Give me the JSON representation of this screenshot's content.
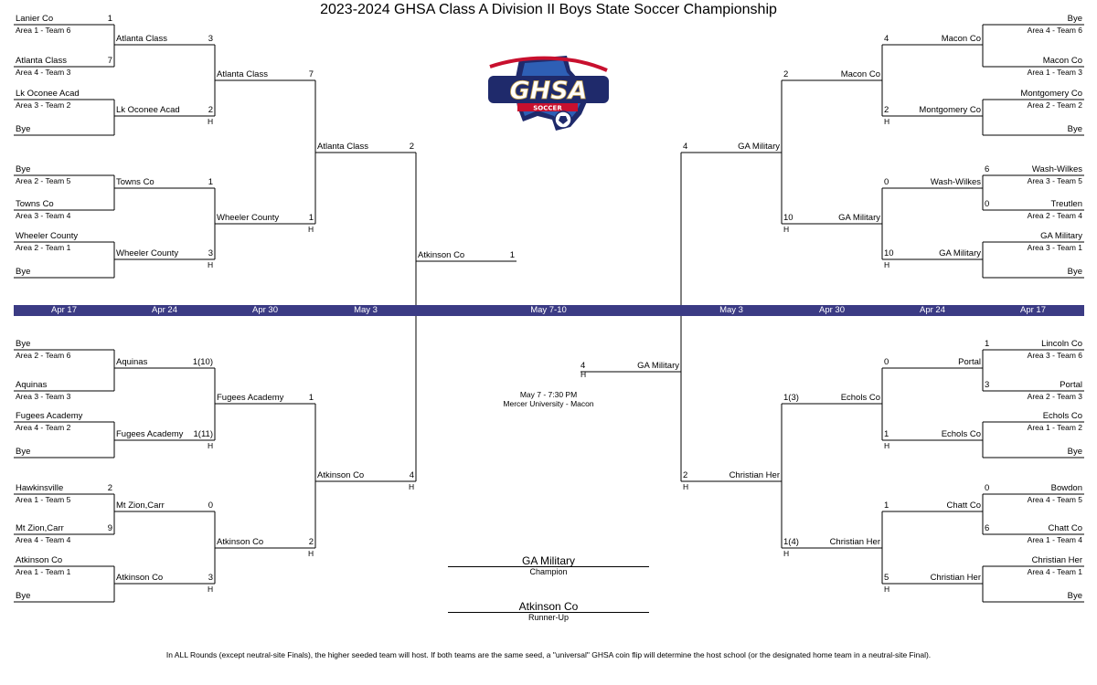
{
  "title": "2023-2024 GHSA Class A Division II Boys State Soccer Championship",
  "logo": {
    "main": "GHSA",
    "sub": "SOCCER",
    "colors": {
      "navy": "#1f2a6b",
      "red": "#c8102e",
      "blue": "#2e5fb5",
      "gold": "#c9a34a"
    }
  },
  "band_color": "#3b3b84",
  "dates": [
    "Apr 17",
    "Apr 24",
    "Apr 30",
    "May 3",
    "May 7-10",
    "May 3",
    "Apr 30",
    "Apr 24",
    "Apr 17"
  ],
  "final_info": {
    "when": "May 7 - 7:30 PM",
    "where": "Mercer University - Macon"
  },
  "champion": {
    "name": "GA Military",
    "label": "Champion"
  },
  "runner_up": {
    "name": "Atkinson Co",
    "label": "Runner-Up"
  },
  "footer": "In ALL Rounds (except neutral-site Finals), the higher seeded team will host. If both teams are the same seed, a \"universal\" GHSA coin flip will determine the host school (or the designated home team in a neutral-site Final).",
  "entries": [
    {
      "n": "Lanier Co",
      "s": "Area 1 - Team 6",
      "sc": "1"
    },
    {
      "n": "Atlanta Class",
      "s": "Area 4 - Team 3",
      "sc": "7"
    },
    {
      "n": "Lk Oconee Acad",
      "s": "Area 3 - Team 2",
      "sc": ""
    },
    {
      "n": "Bye",
      "s": "",
      "sc": ""
    },
    {
      "n": "Bye",
      "s": "Area 2 - Team 5",
      "sc": ""
    },
    {
      "n": "Towns Co",
      "s": "Area 3 - Team 4",
      "sc": ""
    },
    {
      "n": "Wheeler County",
      "s": "Area 2 - Team 1",
      "sc": ""
    },
    {
      "n": "Bye",
      "s": "",
      "sc": ""
    },
    {
      "n": "Bye",
      "s": "Area 2 - Team 6",
      "sc": ""
    },
    {
      "n": "Aquinas",
      "s": "Area 3 - Team 3",
      "sc": ""
    },
    {
      "n": "Fugees Academy",
      "s": "Area 4 - Team 2",
      "sc": ""
    },
    {
      "n": "Bye",
      "s": "",
      "sc": ""
    },
    {
      "n": "Hawkinsville",
      "s": "Area 1 - Team 5",
      "sc": "2"
    },
    {
      "n": "Mt Zion,Carr",
      "s": "Area 4 - Team 4",
      "sc": "9"
    },
    {
      "n": "Atkinson Co",
      "s": "Area 1 - Team 1",
      "sc": ""
    },
    {
      "n": "Bye",
      "s": "",
      "sc": ""
    },
    {
      "n": "Bye",
      "s": "Area 4 - Team 6",
      "sc": ""
    },
    {
      "n": "Macon Co",
      "s": "Area 1 - Team 3",
      "sc": ""
    },
    {
      "n": "Montgomery Co",
      "s": "Area 2 - Team 2",
      "sc": ""
    },
    {
      "n": "Bye",
      "s": "",
      "sc": ""
    },
    {
      "n": "Wash-Wilkes",
      "s": "Area 3 - Team 5",
      "sc": "6"
    },
    {
      "n": "Treutlen",
      "s": "Area 2 - Team 4",
      "sc": "0"
    },
    {
      "n": "GA Military",
      "s": "Area 3 - Team 1",
      "sc": ""
    },
    {
      "n": "Bye",
      "s": "",
      "sc": ""
    },
    {
      "n": "Lincoln Co",
      "s": "Area 3 - Team 6",
      "sc": "1"
    },
    {
      "n": "Portal",
      "s": "Area 2 - Team 3",
      "sc": "3"
    },
    {
      "n": "Echols Co",
      "s": "Area 1 - Team 2",
      "sc": ""
    },
    {
      "n": "Bye",
      "s": "",
      "sc": ""
    },
    {
      "n": "Bowdon",
      "s": "Area 4 - Team 5",
      "sc": "0"
    },
    {
      "n": "Chatt Co",
      "s": "Area 1 - Team 4",
      "sc": "6"
    },
    {
      "n": "Christian Her",
      "s": "Area 4 - Team 1",
      "sc": ""
    },
    {
      "n": "Bye",
      "s": "",
      "sc": ""
    }
  ],
  "r2": [
    {
      "n": "Atlanta Class",
      "sc": "3",
      "h": ""
    },
    {
      "n": "Lk Oconee Acad",
      "sc": "2",
      "h": "H"
    },
    {
      "n": "Towns Co",
      "sc": "1",
      "h": ""
    },
    {
      "n": "Wheeler County",
      "sc": "3",
      "h": "H"
    },
    {
      "n": "Aquinas",
      "sc": "1(10)",
      "h": ""
    },
    {
      "n": "Fugees Academy",
      "sc": "1(11)",
      "h": "H"
    },
    {
      "n": "Mt Zion,Carr",
      "sc": "0",
      "h": ""
    },
    {
      "n": "Atkinson Co",
      "sc": "3",
      "h": "H"
    },
    {
      "n": "Macon Co",
      "sc": "4",
      "h": ""
    },
    {
      "n": "Montgomery Co",
      "sc": "2",
      "h": "H"
    },
    {
      "n": "Wash-Wilkes",
      "sc": "0",
      "h": ""
    },
    {
      "n": "GA Military",
      "sc": "10",
      "h": "H"
    },
    {
      "n": "Portal",
      "sc": "0",
      "h": ""
    },
    {
      "n": "Echols Co",
      "sc": "1",
      "h": "H"
    },
    {
      "n": "Chatt Co",
      "sc": "1",
      "h": ""
    },
    {
      "n": "Christian Her",
      "sc": "5",
      "h": "H"
    }
  ],
  "r3": [
    {
      "n": "Atlanta Class",
      "sc": "7",
      "h": ""
    },
    {
      "n": "Wheeler County",
      "sc": "1",
      "h": "H"
    },
    {
      "n": "Fugees Academy",
      "sc": "1",
      "h": ""
    },
    {
      "n": "Atkinson Co",
      "sc": "2",
      "h": "H"
    },
    {
      "n": "Macon Co",
      "sc": "2",
      "h": ""
    },
    {
      "n": "GA Military",
      "sc": "10",
      "h": "H"
    },
    {
      "n": "Echols Co",
      "sc": "1(3)",
      "h": ""
    },
    {
      "n": "Christian Her",
      "sc": "1(4)",
      "h": "H"
    }
  ],
  "r4": [
    {
      "n": "Atlanta Class",
      "sc": "2",
      "h": ""
    },
    {
      "n": "Atkinson Co",
      "sc": "4",
      "h": "H"
    },
    {
      "n": "GA Military",
      "sc": "4",
      "h": ""
    },
    {
      "n": "Christian Her",
      "sc": "2",
      "h": "H"
    }
  ],
  "finalists": [
    {
      "n": "Atkinson Co",
      "sc": "1",
      "h": ""
    },
    {
      "n": "GA Military",
      "sc": "4",
      "h": "H"
    }
  ]
}
